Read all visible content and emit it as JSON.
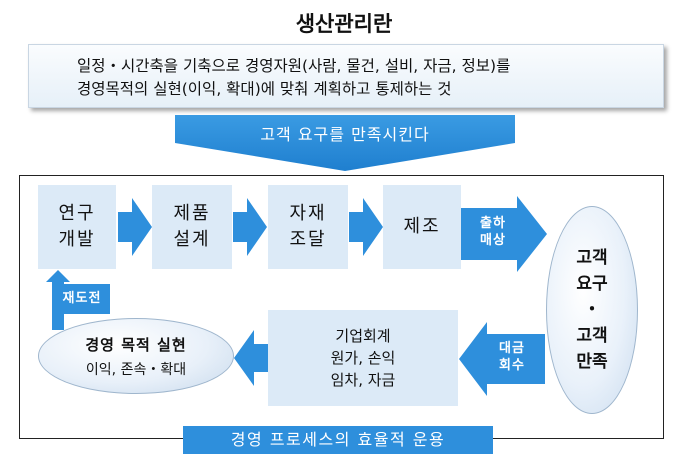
{
  "title": "생산관리란",
  "definition": {
    "line1": "일정・시간축을 기축으로 경영자원(사람, 물건, 설비, 자금, 정보)를",
    "line2": "경영목적의 실현(이익, 확대)에 맞춰 계획하고 통제하는 것"
  },
  "banner": "고객 요구를 만족시킨다",
  "steps": [
    {
      "line1": "연구",
      "line2": "개발"
    },
    {
      "line1": "제품",
      "line2": "설계"
    },
    {
      "line1": "자재",
      "line2": "조달"
    },
    {
      "line1": "제조"
    }
  ],
  "shipping_tag": {
    "line1": "출하",
    "line2": "매상"
  },
  "customer": {
    "line1": "고객",
    "line2": "요구",
    "line3": "・",
    "line4": "고객",
    "line5": "만족"
  },
  "payment_tag": {
    "line1": "대금",
    "line2": "회수"
  },
  "ledger": {
    "line1": "기업회계",
    "line2": "원가, 손익",
    "line3": "임차, 자금"
  },
  "goal": {
    "line1": "경영 목적 실현",
    "line2": "이익, 존속・확대"
  },
  "reinvest_tag": "재도전",
  "footer": "경영 프로세스의 효율적 운용",
  "colors": {
    "arrow": "#2e8fdc",
    "step_fill": "#dceaf7",
    "banner": "#2e8fdc"
  }
}
